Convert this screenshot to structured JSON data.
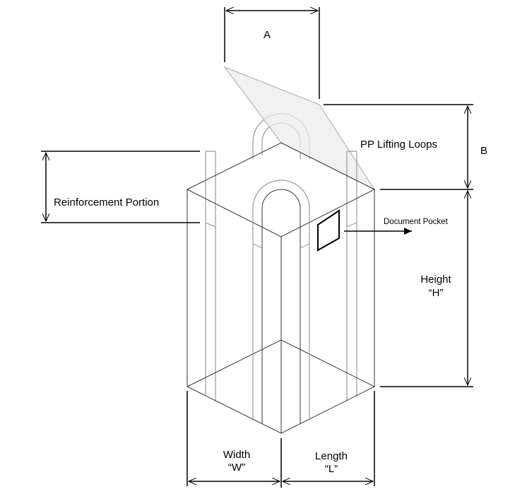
{
  "labels": {
    "dim_a": "A",
    "dim_b": "B",
    "lifting_loops": "PP Lifting Loops",
    "reinforcement": "Reinforcement Portion",
    "document_pocket": "Document Pocket",
    "height_line1": "Height",
    "height_line2": "“H”",
    "width_line1": "Width",
    "width_line2": "“W”",
    "length_line1": "Length",
    "length_line2": "“L”"
  },
  "colors": {
    "flap_fill": "#ececec",
    "line": "#000000",
    "strap": "#999999"
  }
}
